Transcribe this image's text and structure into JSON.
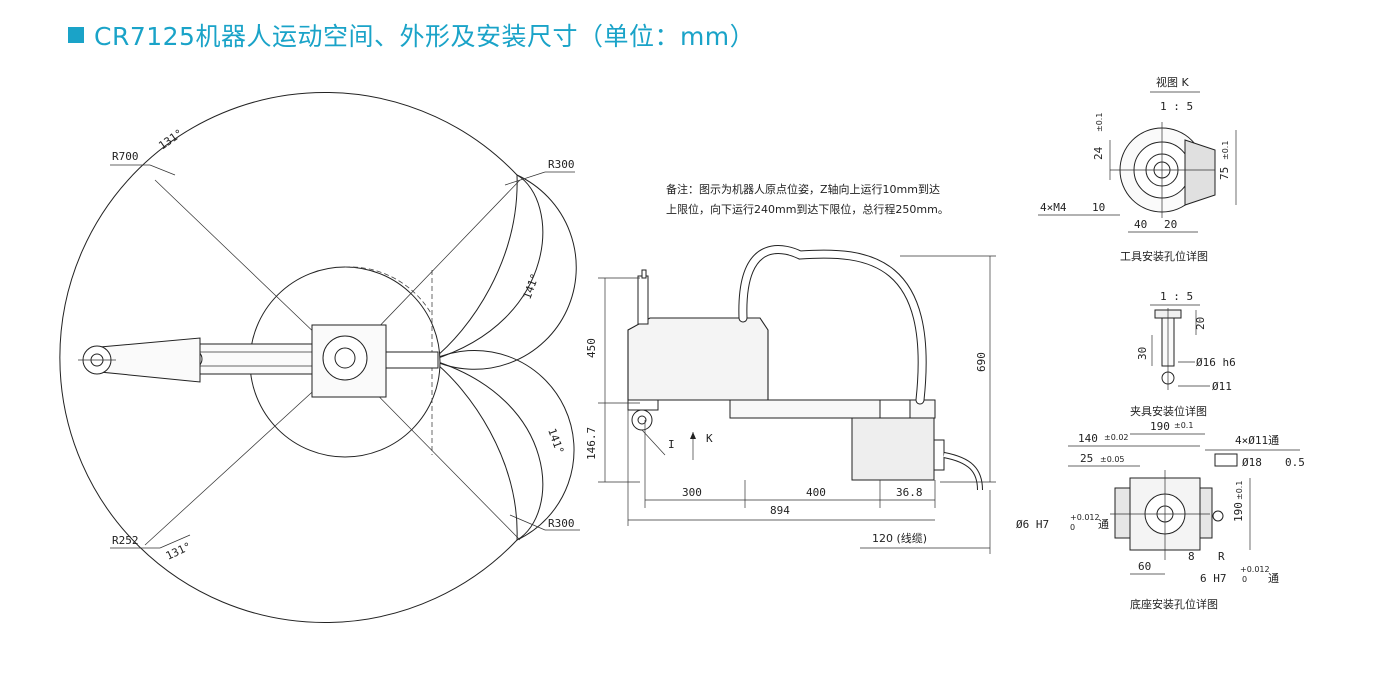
{
  "title": "CR7125机器人运动空间、外形及安装尺寸（单位：mm）",
  "colors": {
    "accent": "#1aa3c8",
    "line": "#222222"
  },
  "workspace": {
    "radius_labels": {
      "r700": "R700",
      "r300_top": "R300",
      "r300_bottom": "R300",
      "r252": "R252"
    },
    "angle_labels": {
      "a131_top": "131°",
      "a141_right": "141°",
      "a141_lower": "141°",
      "a131_bottom": "131°"
    }
  },
  "side_view": {
    "note_line1": "备注：图示为机器人原点位姿，Z轴向上运行10mm到达",
    "note_line2": "上限位，向下运行240mm到达下限位，总行程250mm。",
    "dims": {
      "h450": "450",
      "h146": "146.7",
      "h690": "690",
      "w300": "300",
      "w400": "400",
      "w36": "36.8",
      "w894": "894",
      "cable": "120 (线缆)"
    },
    "view_letter_i": "I",
    "view_letter_k": "K"
  },
  "tool_detail": {
    "header": "视图 K",
    "scale": "1 : 5",
    "d24": "24",
    "d24_tol": "±0.1",
    "d75": "75",
    "d75_tol": "±0.1",
    "holes": "4×M4",
    "depth": "10",
    "d40": "40",
    "d20": "20",
    "caption": "工具安装孔位详图"
  },
  "gripper_detail": {
    "scale": "1 : 5",
    "d20": "20",
    "d30": "30",
    "phi16": "Ø16 h6",
    "phi11": "Ø11",
    "caption": "夹具安装位详图"
  },
  "base_detail": {
    "d140": "140",
    "d140_tol": "±0.02",
    "d190": "190",
    "d190_tol": "±0.1",
    "d25": "25",
    "d25_tol": "±0.05",
    "holes": "4×Ø11通",
    "counterbore": "Ø18",
    "counterbore_depth": "0.5",
    "pin_left": "Ø6 H7",
    "pin_left_tol_top": "+0.012",
    "pin_left_tol_bottom": "0",
    "pin_left_suffix": "通",
    "d190_vertical": "190",
    "d190_vertical_tol": "±0.1",
    "r_label": "R",
    "d8": "8",
    "d60": "60",
    "pin_right": "6 H7",
    "pin_right_tol_top": "+0.012",
    "pin_right_tol_bottom": "0",
    "pin_right_suffix": "通",
    "caption": "底座安装孔位详图"
  }
}
